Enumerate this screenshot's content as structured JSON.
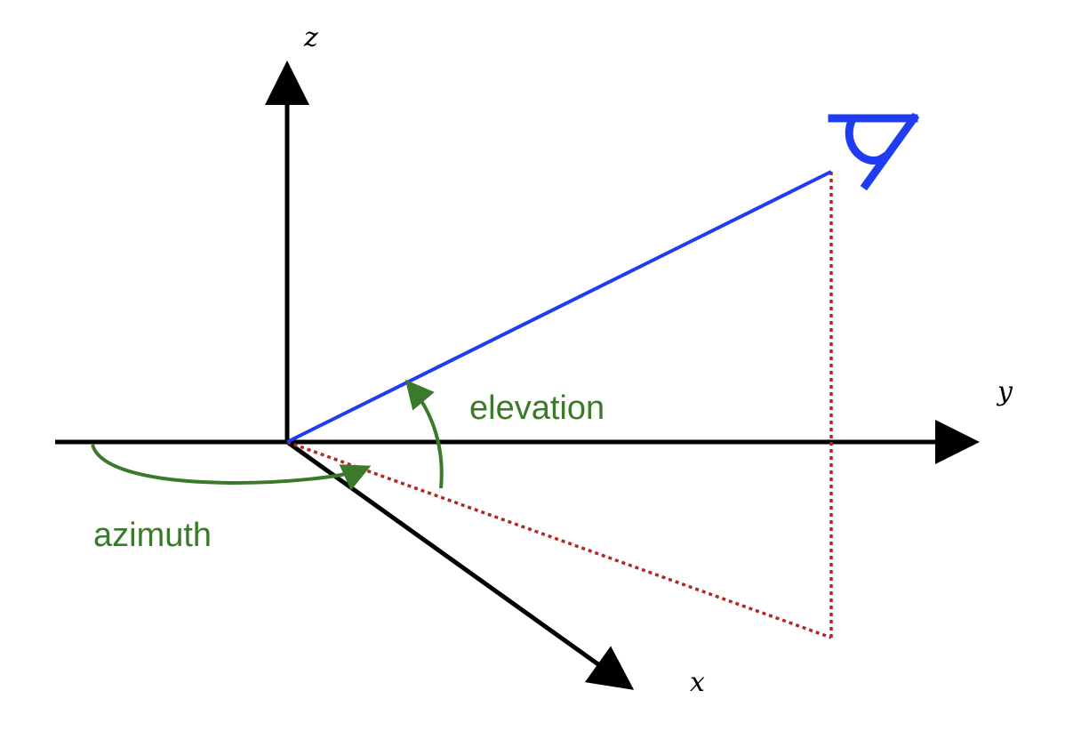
{
  "diagram": {
    "labels": {
      "z_axis": "z",
      "y_axis": "y",
      "x_axis": "x",
      "elevation": "elevation",
      "azimuth": "azimuth"
    },
    "colors": {
      "axes": "#000000",
      "view_line": "#1f3cf0",
      "projection": "#b02a24",
      "angle_arrows": "#3a7a2a",
      "viewer_icon": "#1f3cf0"
    },
    "icons": {
      "viewer": "eye-icon"
    }
  }
}
